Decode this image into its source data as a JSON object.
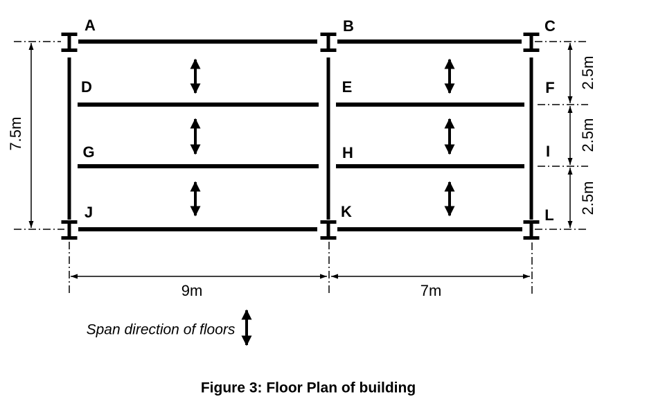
{
  "figure": {
    "caption": "Figure 3: Floor Plan of building",
    "span_note": "Span direction of floors"
  },
  "grid_labels": {
    "A": "A",
    "B": "B",
    "C": "C",
    "D": "D",
    "E": "E",
    "F": "F",
    "G": "G",
    "H": "H",
    "I": "I",
    "J": "J",
    "K": "K",
    "L": "L"
  },
  "dimensions": {
    "total_height": "7.5m",
    "bay_heights": [
      "2.5m",
      "2.5m",
      "2.5m"
    ],
    "bay_widths": [
      "9m",
      "7m"
    ]
  },
  "colors": {
    "ink": "#000000",
    "background": "#ffffff"
  }
}
